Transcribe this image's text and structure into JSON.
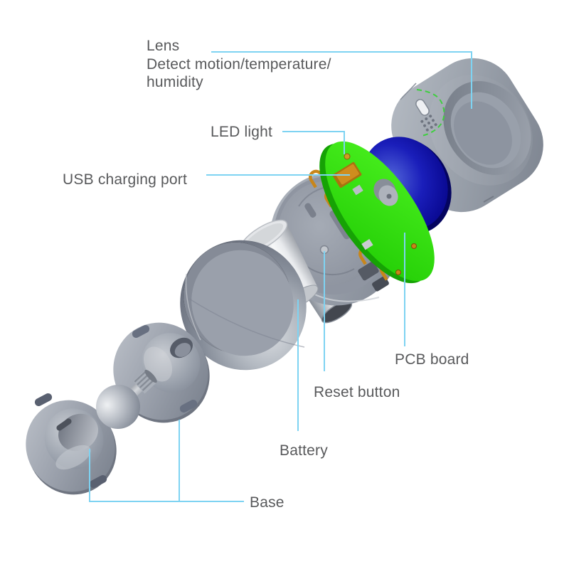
{
  "labels": {
    "lens_title": "Lens",
    "lens_desc_line1": "Detect motion/temperature/",
    "lens_desc_line2": "humidity",
    "led": "LED light",
    "usb": "USB charging port",
    "pcb": "PCB board",
    "reset": "Reset button",
    "battery": "Battery",
    "base": "Base"
  },
  "colors": {
    "callout_line": "#7ed3f2",
    "label_text": "#58595b",
    "pcb_green": "#2fd60b",
    "lens_blue": "#1318b0",
    "contact_orange": "#c8861a",
    "gasket_green": "#3ecf3e",
    "part_gray": "#9aa1ac",
    "background": "#ffffff"
  }
}
